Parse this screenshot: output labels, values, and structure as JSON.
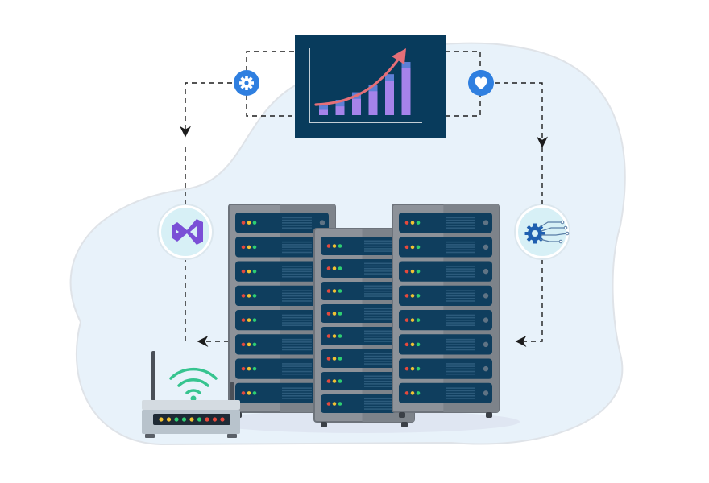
{
  "colors": {
    "background": "#ffffff",
    "blob_fill": "#e8f2fa",
    "blob_stroke": "#dfe3e8",
    "chart_panel": "#083b5c",
    "chart_arrow": "#e56f78",
    "bar_blue": "#5d7fd6",
    "bar_purple": "#a583ea",
    "badge_blue": "#2f7fe0",
    "icon_circle": "#d7f0f6",
    "vs_purple": "#7a4fd6",
    "gear_blue": "#1f5fb0",
    "rack_gray": "#8d9299",
    "rack_frame": "#6d737b",
    "server_unit": "#0f3e5e",
    "wifi_green": "#36c48f",
    "router_body": "#b8c3cc",
    "led_red": "#e6493c",
    "led_yellow": "#f1c232",
    "led_green": "#2ecf72"
  },
  "icons": {
    "top_left_badge": "gear-icon",
    "top_right_badge": "heart-icon",
    "left_circle": "visual-studio-icon",
    "right_circle": "gear-circuit-icon",
    "bottom_left_device": "wifi-router-icon"
  },
  "chart_data": {
    "type": "bar",
    "values": [
      1,
      1.6,
      2.4,
      3.2,
      4.3,
      5.6
    ],
    "trend": "rising-arrow"
  },
  "server_racks": [
    {
      "name": "left",
      "units": 8
    },
    {
      "name": "center",
      "units": 8
    },
    {
      "name": "right",
      "units": 8
    }
  ]
}
